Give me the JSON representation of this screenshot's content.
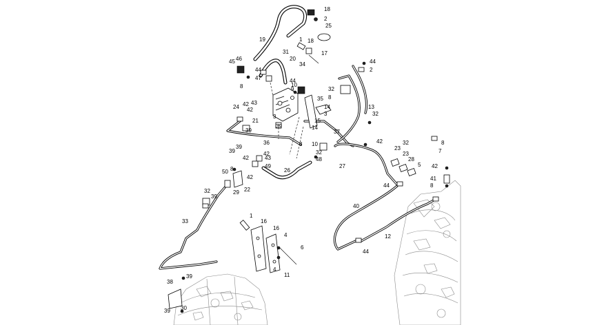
{
  "diagram": {
    "callouts": [
      "18",
      "2",
      "25",
      "19",
      "1",
      "18",
      "17",
      "45",
      "46",
      "31",
      "20",
      "34",
      "44",
      "47",
      "44",
      "8",
      "10",
      "9",
      "44",
      "2",
      "32",
      "24",
      "42",
      "43",
      "8",
      "35",
      "14",
      "3",
      "3",
      "21",
      "39",
      "15",
      "14",
      "13",
      "32",
      "39",
      "36",
      "37",
      "39",
      "42",
      "8",
      "10",
      "32",
      "48",
      "42",
      "32",
      "39",
      "43",
      "42",
      "49",
      "42",
      "27",
      "23",
      "23",
      "28",
      "5",
      "42",
      "41",
      "8",
      "44",
      "50",
      "8",
      "26",
      "22",
      "42",
      "32",
      "39",
      "29",
      "40",
      "33",
      "1",
      "16",
      "16",
      "4",
      "6",
      "12",
      "44",
      "4",
      "11",
      "38",
      "39",
      "30",
      "39",
      "7",
      "8"
    ]
  }
}
